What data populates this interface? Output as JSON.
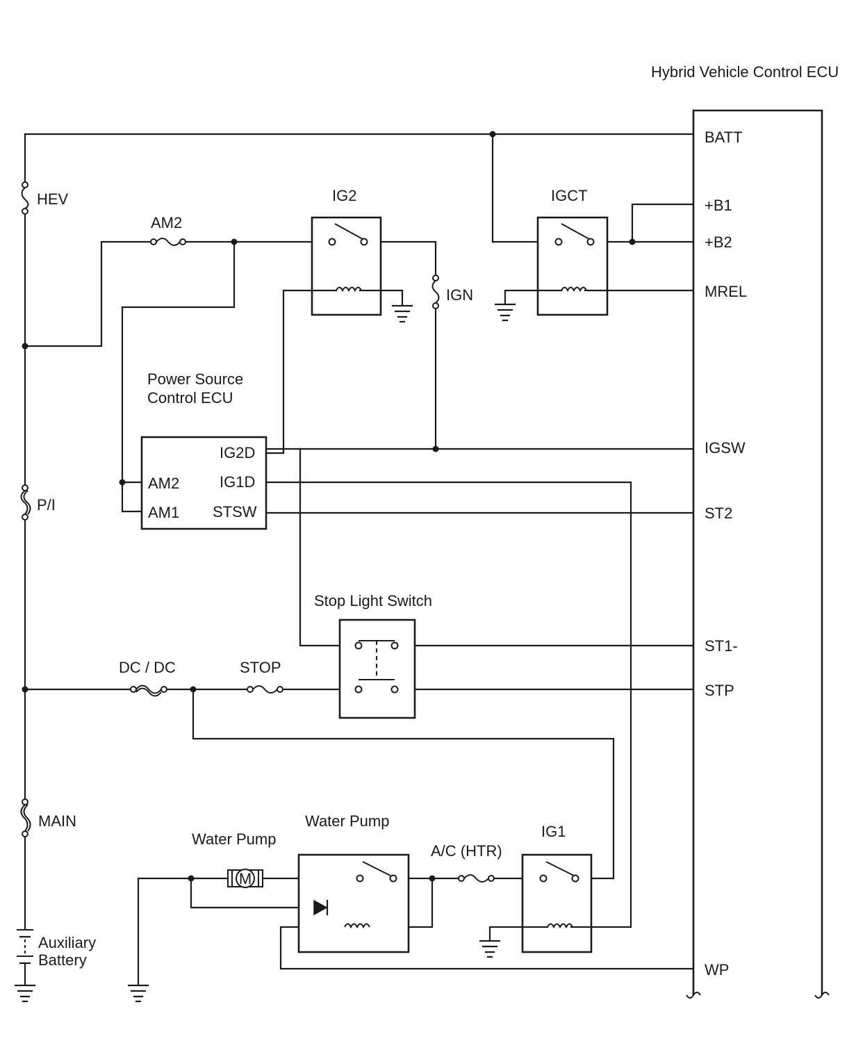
{
  "ecu": {
    "title": "Hybrid Vehicle Control ECU",
    "terminals": {
      "batt": "BATT",
      "b1": "+B1",
      "b2": "+B2",
      "mrel": "MREL",
      "igsw": "IGSW",
      "st2": "ST2",
      "st1": "ST1-",
      "stp": "STP",
      "wp": "WP"
    }
  },
  "power_ecu": {
    "title_line1": "Power Source",
    "title_line2": "Control ECU",
    "terminals": {
      "ig2d": "IG2D",
      "ig1d": "IG1D",
      "stsw": "STSW",
      "am2": "AM2",
      "am1": "AM1"
    }
  },
  "relays": {
    "ig2": "IG2",
    "igct": "IGCT",
    "water_pump": "Water Pump",
    "ig1": "IG1"
  },
  "fuses": {
    "hev": "HEV",
    "am2": "AM2",
    "ign": "IGN",
    "pi": "P/I",
    "main": "MAIN",
    "dcdc": "DC / DC",
    "stop": "STOP",
    "ac_htr": "A/C (HTR)"
  },
  "components": {
    "stop_light_switch": "Stop Light Switch",
    "water_pump_motor": "Water Pump",
    "motor_symbol": "M",
    "battery_line1": "Auxiliary",
    "battery_line2": "Battery"
  }
}
